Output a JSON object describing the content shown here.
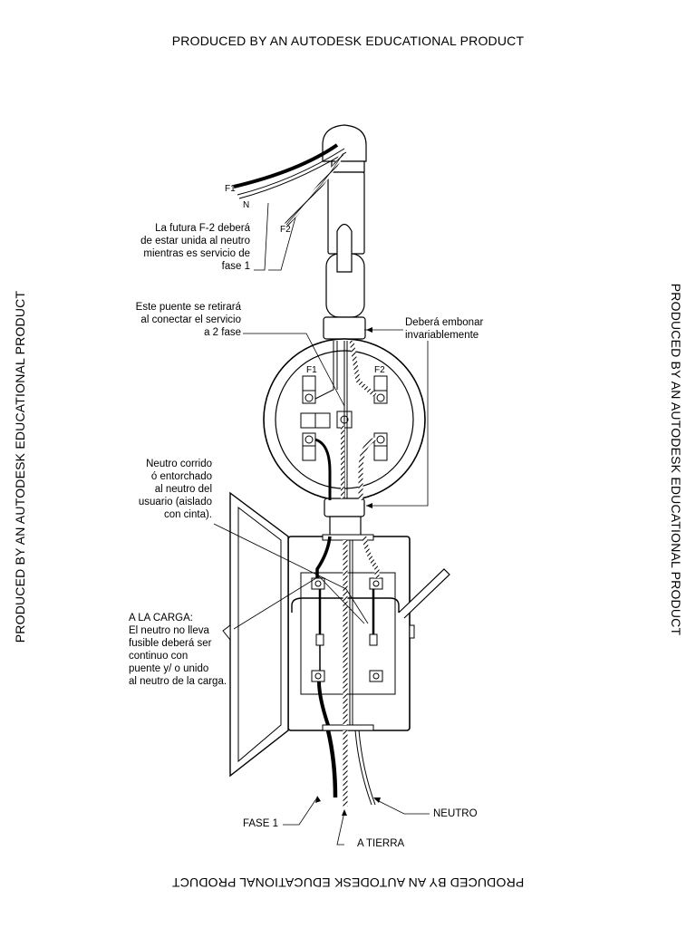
{
  "watermark": {
    "top": "PRODUCED BY AN AUTODESK EDUCATIONAL PRODUCT",
    "bottom": "PRODUCED BY AN AUTODESK EDUCATIONAL PRODUCT",
    "left": "PRODUCED BY AN AUTODESK EDUCATIONAL PRODUCT",
    "right": "PRODUCED BY AN AUTODESK EDUCATIONAL PRODUCT"
  },
  "labels": {
    "f1_top": "F1",
    "n_top": "N",
    "f2_top": "F2",
    "f1_meter": "F1",
    "f2_meter": "F2"
  },
  "notes": {
    "futura": [
      "La futura F-2 deberá",
      "de estar unida al neutro",
      "mientras es servicio de",
      "fase 1"
    ],
    "puente": [
      "Este puente se retirará",
      "al conectar el servicio",
      "a 2 fase"
    ],
    "embonar": [
      "Deberá embonar",
      "invariablemente"
    ],
    "neutro_corrido": [
      "Neutro corrido",
      "ó entorchado",
      "al neutro del",
      "usuario (aislado",
      "con cinta)."
    ],
    "carga": [
      "A LA CARGA:",
      "El neutro no lleva",
      "fusible deberá ser",
      "continuo con",
      "puente y/ o unido",
      "al neutro de la carga."
    ]
  },
  "bottom_labels": {
    "fase1": "FASE 1",
    "neutro": "NEUTRO",
    "tierra": "A TIERRA"
  }
}
